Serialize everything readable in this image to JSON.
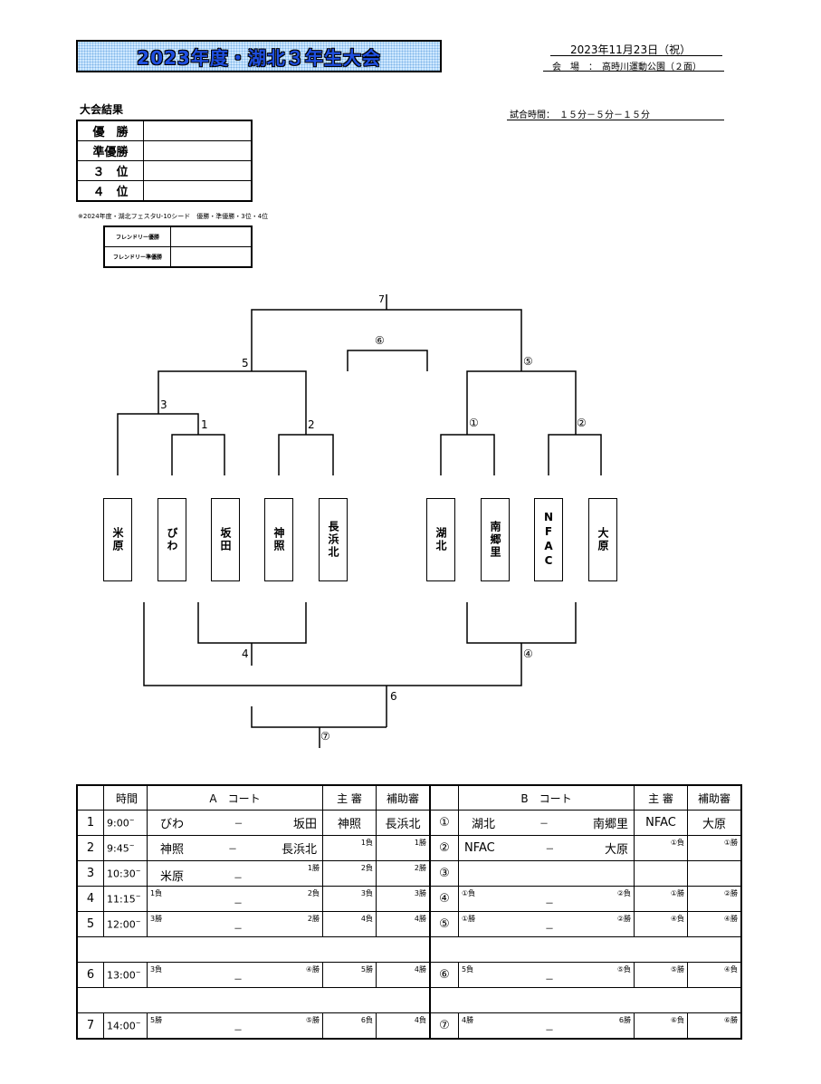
{
  "header": {
    "title": "2023年度・湖北３年生大会",
    "date": "2023年11月23日（祝）",
    "venue": "会　場　：　高時川運動公園（２面）",
    "match_time": "試合時間：　１５分－５分－１５分"
  },
  "results": {
    "label": "大会結果",
    "rows": [
      {
        "label": "優　勝",
        "value": ""
      },
      {
        "label": "準優勝",
        "value": ""
      },
      {
        "label": "３　位",
        "value": ""
      },
      {
        "label": "４　位",
        "value": ""
      }
    ],
    "note": "※2024年度・湖北フェスタU-10シード　優勝・準優勝・3位・4位"
  },
  "friendly": {
    "rows": [
      {
        "label": "フレンドリー優勝",
        "value": ""
      },
      {
        "label": "フレンドリー準優勝",
        "value": ""
      }
    ]
  },
  "bracket": {
    "teams": [
      "米原",
      "びわ",
      "坂田",
      "神照",
      "長浜北",
      "湖北",
      "南郷里",
      "NFAC",
      "大原"
    ],
    "labels": {
      "m7": "7",
      "m6top": "⑥",
      "m5": "5",
      "m5b": "⑤",
      "m3": "3",
      "m1": "1",
      "m2": "2",
      "m1b": "①",
      "m2b": "②",
      "m4": "4",
      "m4b": "④",
      "m6": "6",
      "m7b": "⑦"
    }
  },
  "schedule": {
    "headers": {
      "time": "時間",
      "a_court": "A　コート",
      "ref": "主 審",
      "asst": "補助審",
      "b_court": "B　コート",
      "ref_b": "主 審",
      "asst_b": "補助審"
    },
    "rows": [
      {
        "no": "1",
        "time": "9:00",
        "tilde": "~",
        "a_home": "びわ",
        "a_dash": "－",
        "a_away": "坂田",
        "a_ref": "神照",
        "a_asst": "長浜北",
        "b_mark": "①",
        "b_home": "湖北",
        "b_dash": "－",
        "b_away": "南郷里",
        "b_ref": "NFAC",
        "b_asst": "大原"
      },
      {
        "no": "2",
        "time": "9:45",
        "tilde": "~",
        "a_home": "神照",
        "a_dash": "－",
        "a_away": "長浜北",
        "a_ref_sm": "1負",
        "a_asst_sm": "1勝",
        "b_mark": "②",
        "b_home": "NFAC",
        "b_dash": "－",
        "b_away": "大原",
        "b_ref_sm": "①負",
        "b_asst_sm": "①勝"
      },
      {
        "no": "3",
        "time": "10:30",
        "tilde": "~",
        "a_home": "米原",
        "a_dash": "－",
        "a_away_sm": "1勝",
        "a_ref_sm": "2負",
        "a_asst_sm": "2勝",
        "b_mark": "③"
      },
      {
        "no": "4",
        "time": "11:15",
        "tilde": "~",
        "a_home_sm": "1負",
        "a_dash": "－",
        "a_away_sm": "2負",
        "a_ref_sm": "3負",
        "a_asst_sm": "3勝",
        "b_mark": "④",
        "b_home_sm": "①負",
        "b_dash": "－",
        "b_away_sm": "②負",
        "b_ref_sm": "①勝",
        "b_asst_sm": "②勝"
      },
      {
        "no": "5",
        "time": "12:00",
        "tilde": "~",
        "a_home_sm": "3勝",
        "a_dash": "－",
        "a_away_sm": "2勝",
        "a_ref_sm": "4負",
        "a_asst_sm": "4勝",
        "b_mark": "⑤",
        "b_home_sm": "①勝",
        "b_dash": "－",
        "b_away_sm": "②勝",
        "b_ref_sm": "④負",
        "b_asst_sm": "④勝"
      },
      {
        "no": "6",
        "time": "13:00",
        "tilde": "~",
        "a_home_sm": "3負",
        "a_dash": "－",
        "a_away_sm": "④勝",
        "a_ref_sm": "5勝",
        "a_asst_sm": "4勝",
        "b_mark": "⑥",
        "b_home_sm": "5負",
        "b_dash": "－",
        "b_away_sm": "⑤負",
        "b_ref_sm": "⑤勝",
        "b_asst_sm": "④負"
      },
      {
        "no": "7",
        "time": "14:00",
        "tilde": "~",
        "a_home_sm": "5勝",
        "a_dash": "－",
        "a_away_sm": "⑤勝",
        "a_ref_sm": "6負",
        "a_asst_sm": "4負",
        "b_mark": "⑦",
        "b_home_sm": "4勝",
        "b_dash": "－",
        "b_away_sm": "6勝",
        "b_ref_sm": "⑥負",
        "b_asst_sm": "⑥勝"
      }
    ]
  }
}
